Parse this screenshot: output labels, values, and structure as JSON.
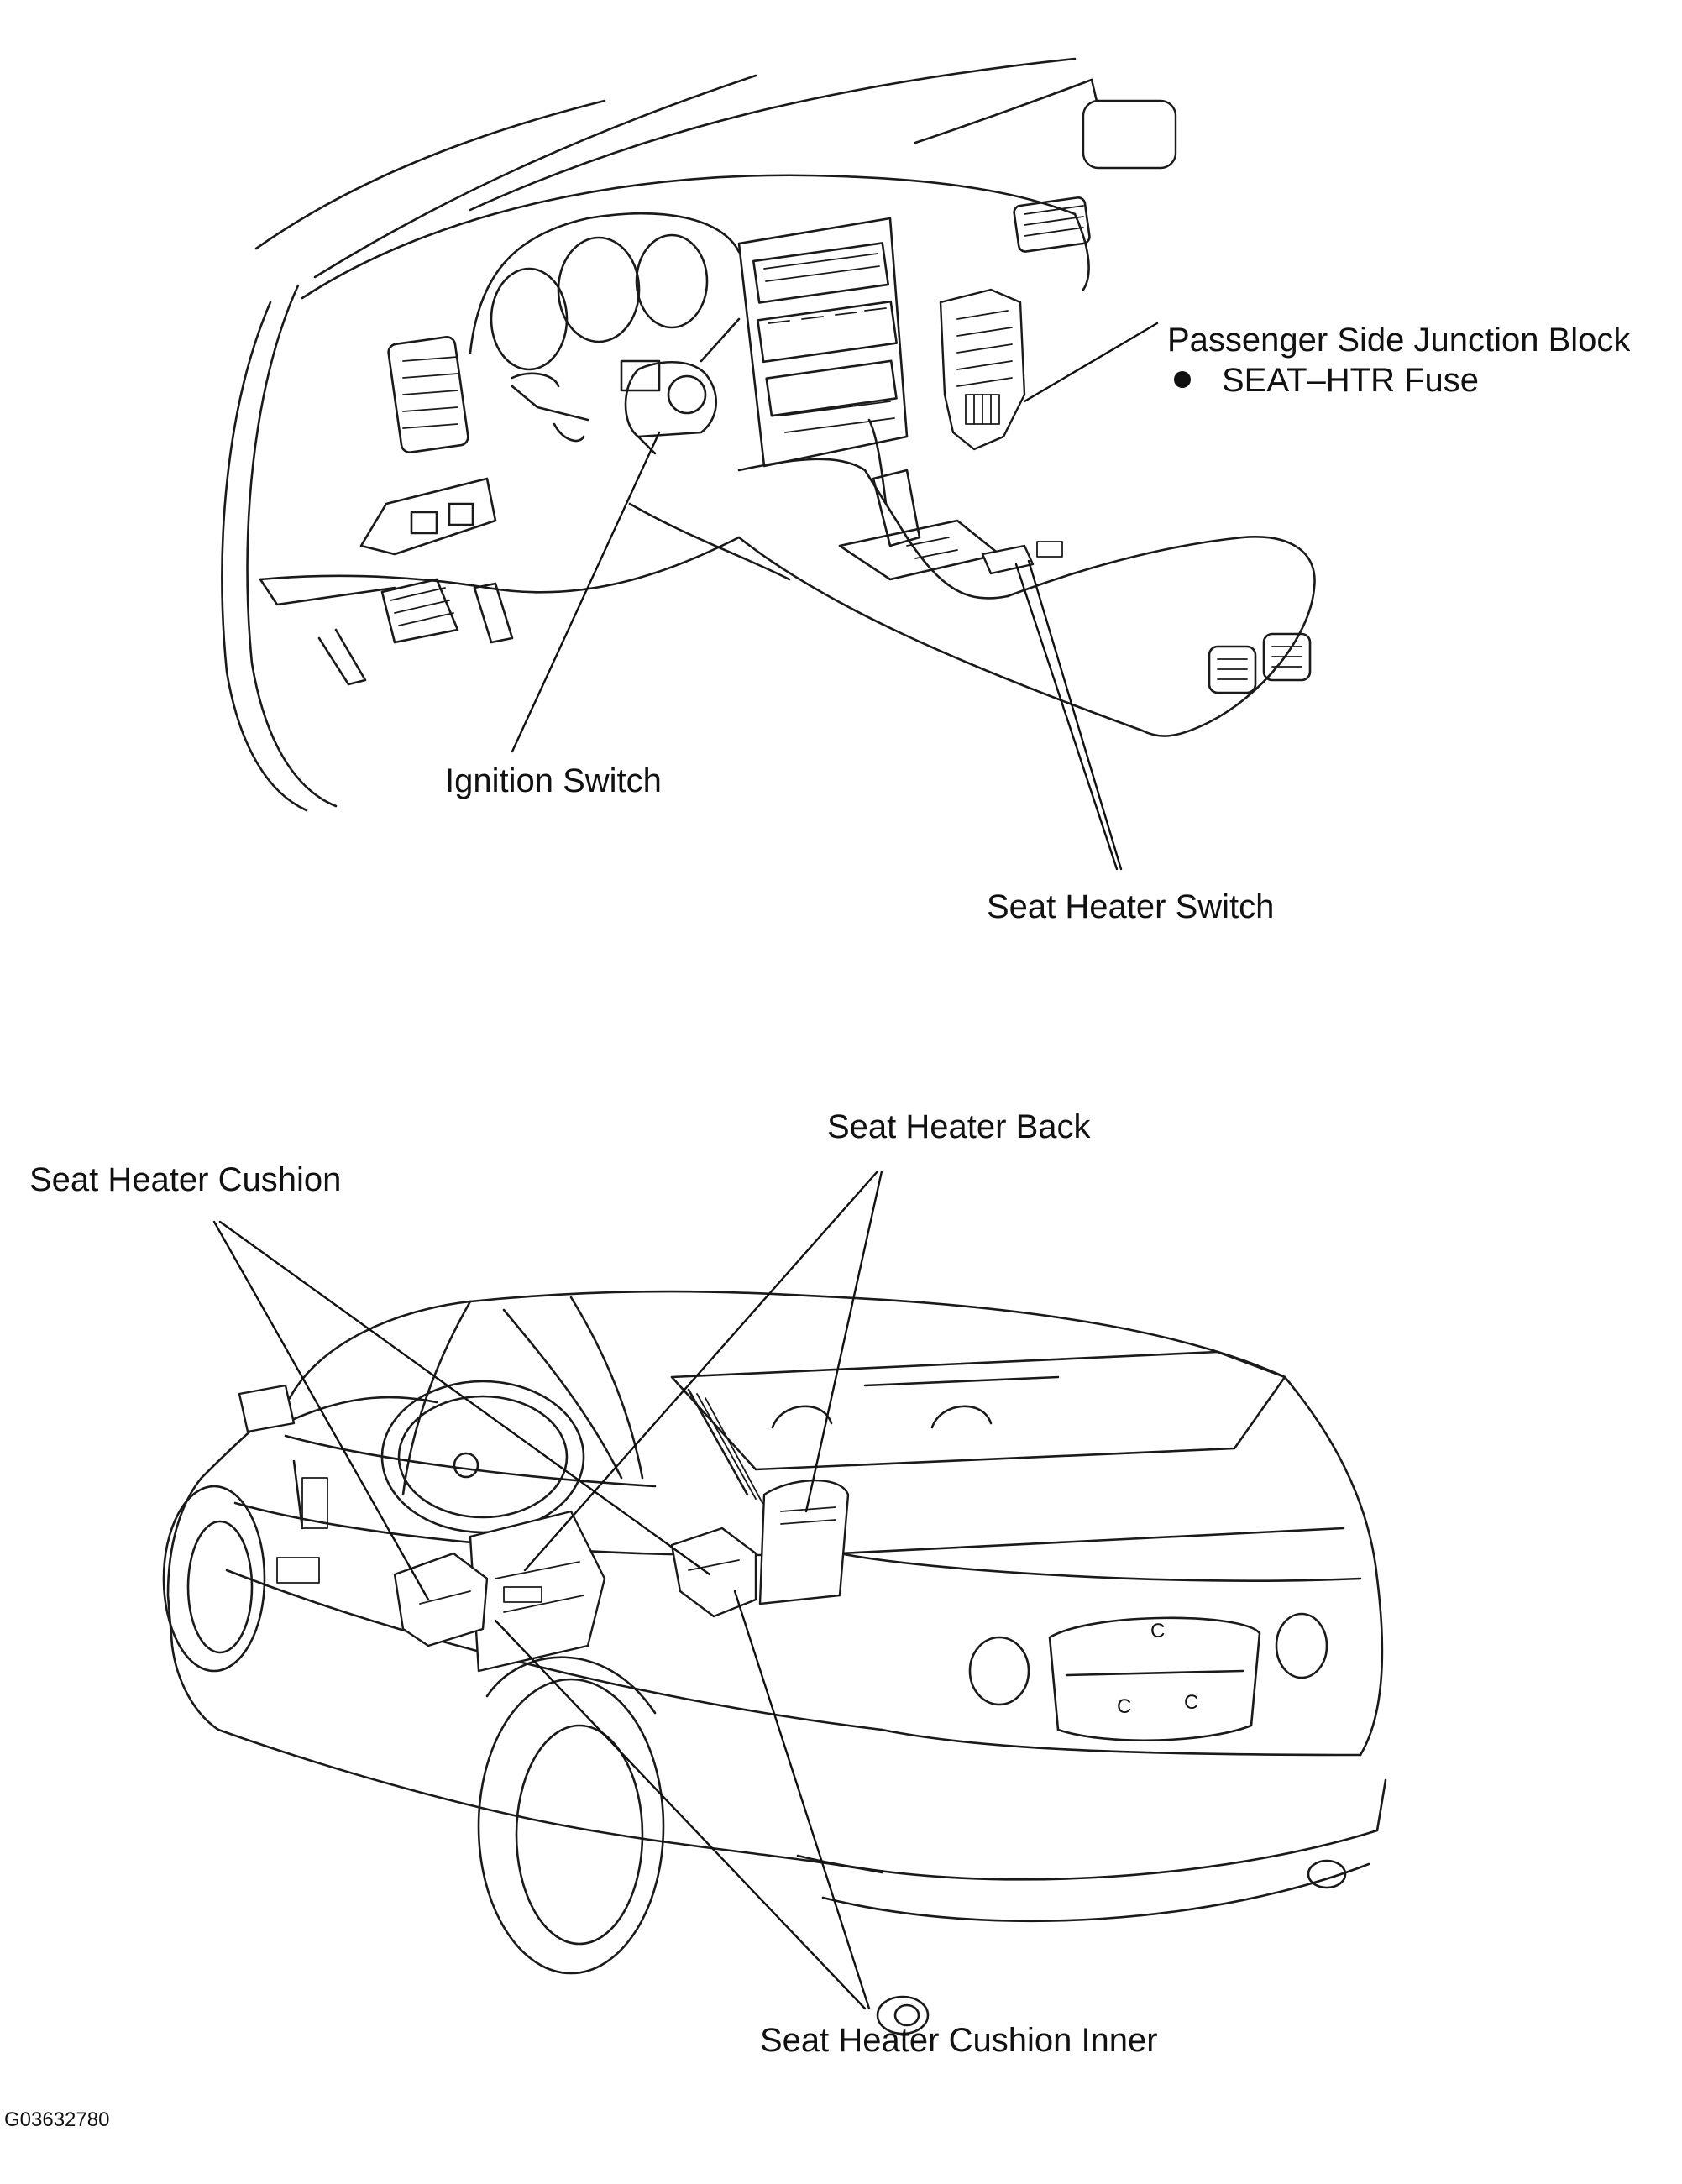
{
  "top_view": {
    "junction_block_label": "Passenger Side Junction Block",
    "fuse_label": "SEAT–HTR Fuse",
    "ignition_switch_label": "Ignition Switch",
    "seat_heater_switch_label": "Seat Heater Switch"
  },
  "bottom_view": {
    "seat_heater_back_label": "Seat Heater Back",
    "seat_heater_cushion_label": "Seat Heater Cushion",
    "seat_heater_cushion_inner_label": "Seat Heater Cushion Inner"
  },
  "figure_code": "G03632780"
}
